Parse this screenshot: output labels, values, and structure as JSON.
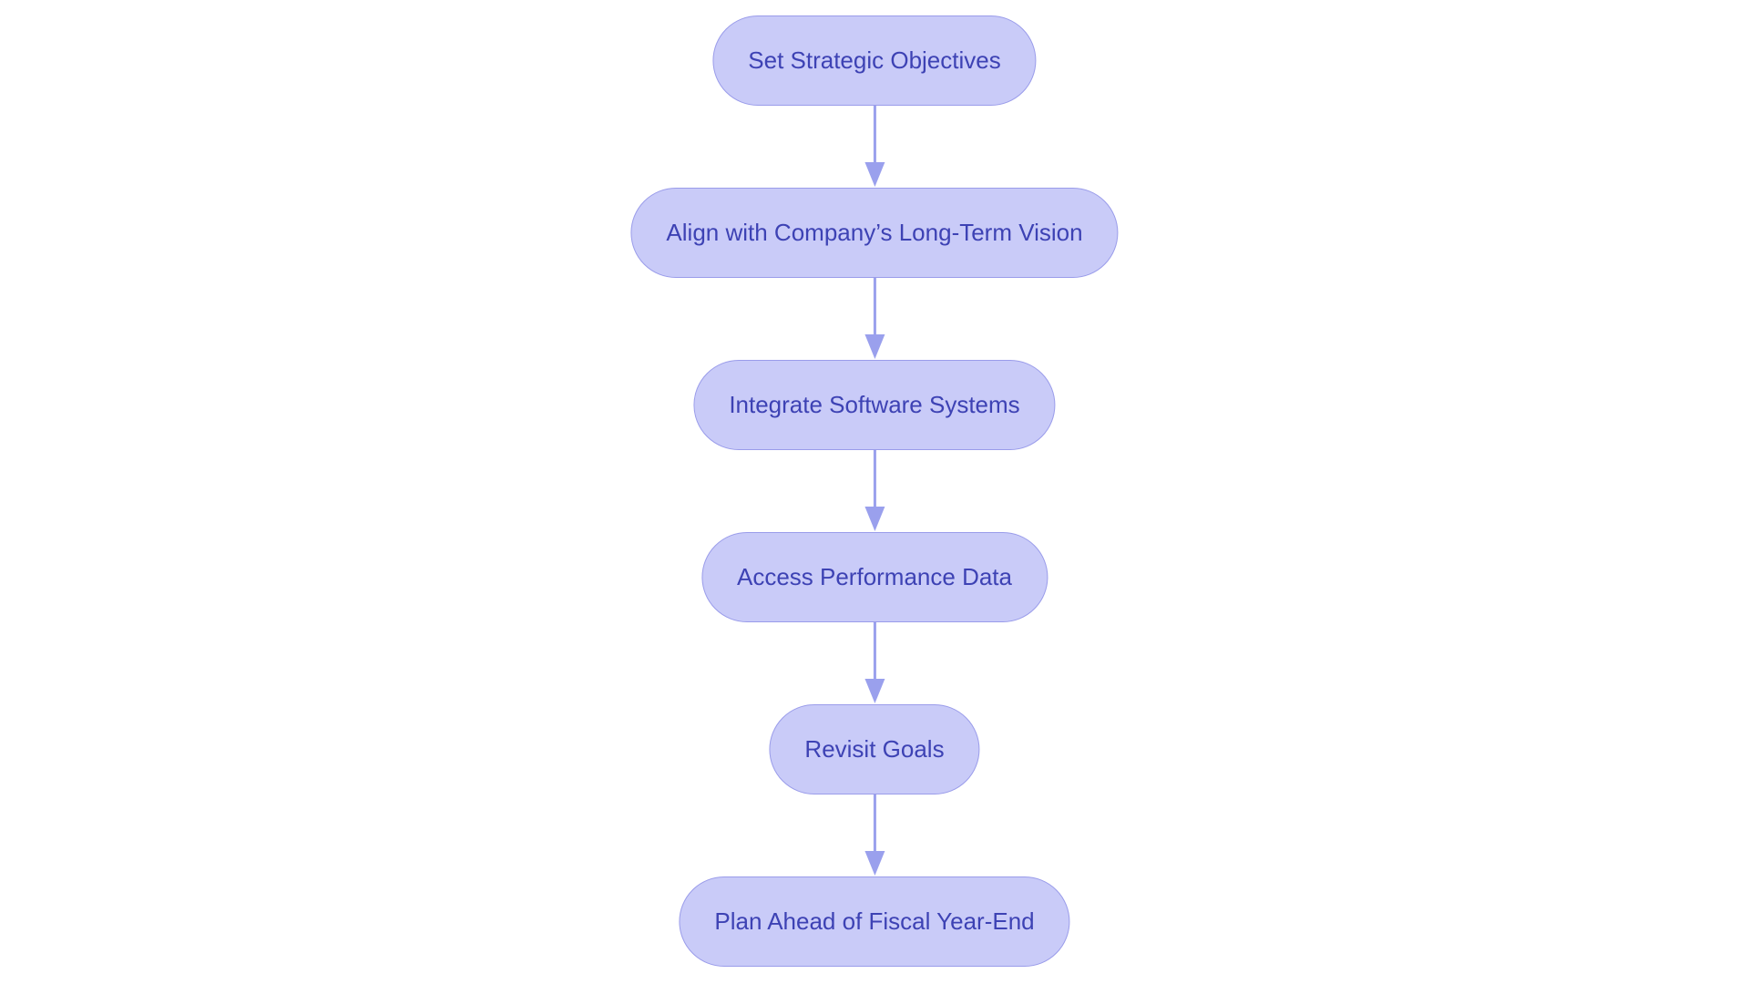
{
  "diagram_type": "flowchart-vertical",
  "nodes": [
    {
      "id": "set-strategic-objectives",
      "label": "Set Strategic Objectives"
    },
    {
      "id": "align-long-term-vision",
      "label": "Align with Company’s Long-Term Vision"
    },
    {
      "id": "integrate-software-systems",
      "label": "Integrate Software Systems"
    },
    {
      "id": "access-performance-data",
      "label": "Access Performance Data"
    },
    {
      "id": "revisit-goals",
      "label": "Revisit Goals"
    },
    {
      "id": "plan-ahead-fiscal-year-end",
      "label": "Plan Ahead of Fiscal Year-End"
    }
  ],
  "edges": [
    {
      "from": "set-strategic-objectives",
      "to": "align-long-term-vision"
    },
    {
      "from": "align-long-term-vision",
      "to": "integrate-software-systems"
    },
    {
      "from": "integrate-software-systems",
      "to": "access-performance-data"
    },
    {
      "from": "access-performance-data",
      "to": "revisit-goals"
    },
    {
      "from": "revisit-goals",
      "to": "plan-ahead-fiscal-year-end"
    }
  ],
  "colors": {
    "page_bg": "#ffffff",
    "node_fill": "#c9cbf8",
    "node_border": "#9a9cea",
    "node_text": "#3d42b4",
    "arrow": "#9aa0ed"
  }
}
